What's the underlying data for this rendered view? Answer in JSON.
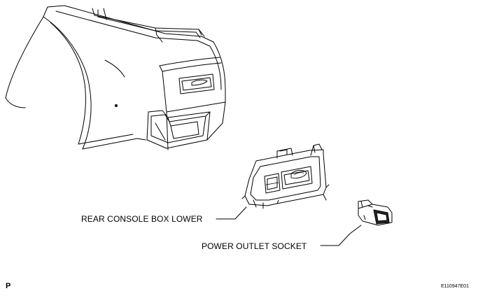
{
  "labels": {
    "rear_console_box_lower": "REAR CONSOLE BOX LOWER",
    "power_outlet_socket": "POWER OUTLET SOCKET"
  },
  "corner": {
    "view_code": "P",
    "figure_id": "E110947E01"
  },
  "colors": {
    "line": "#000000",
    "background": "#ffffff"
  }
}
